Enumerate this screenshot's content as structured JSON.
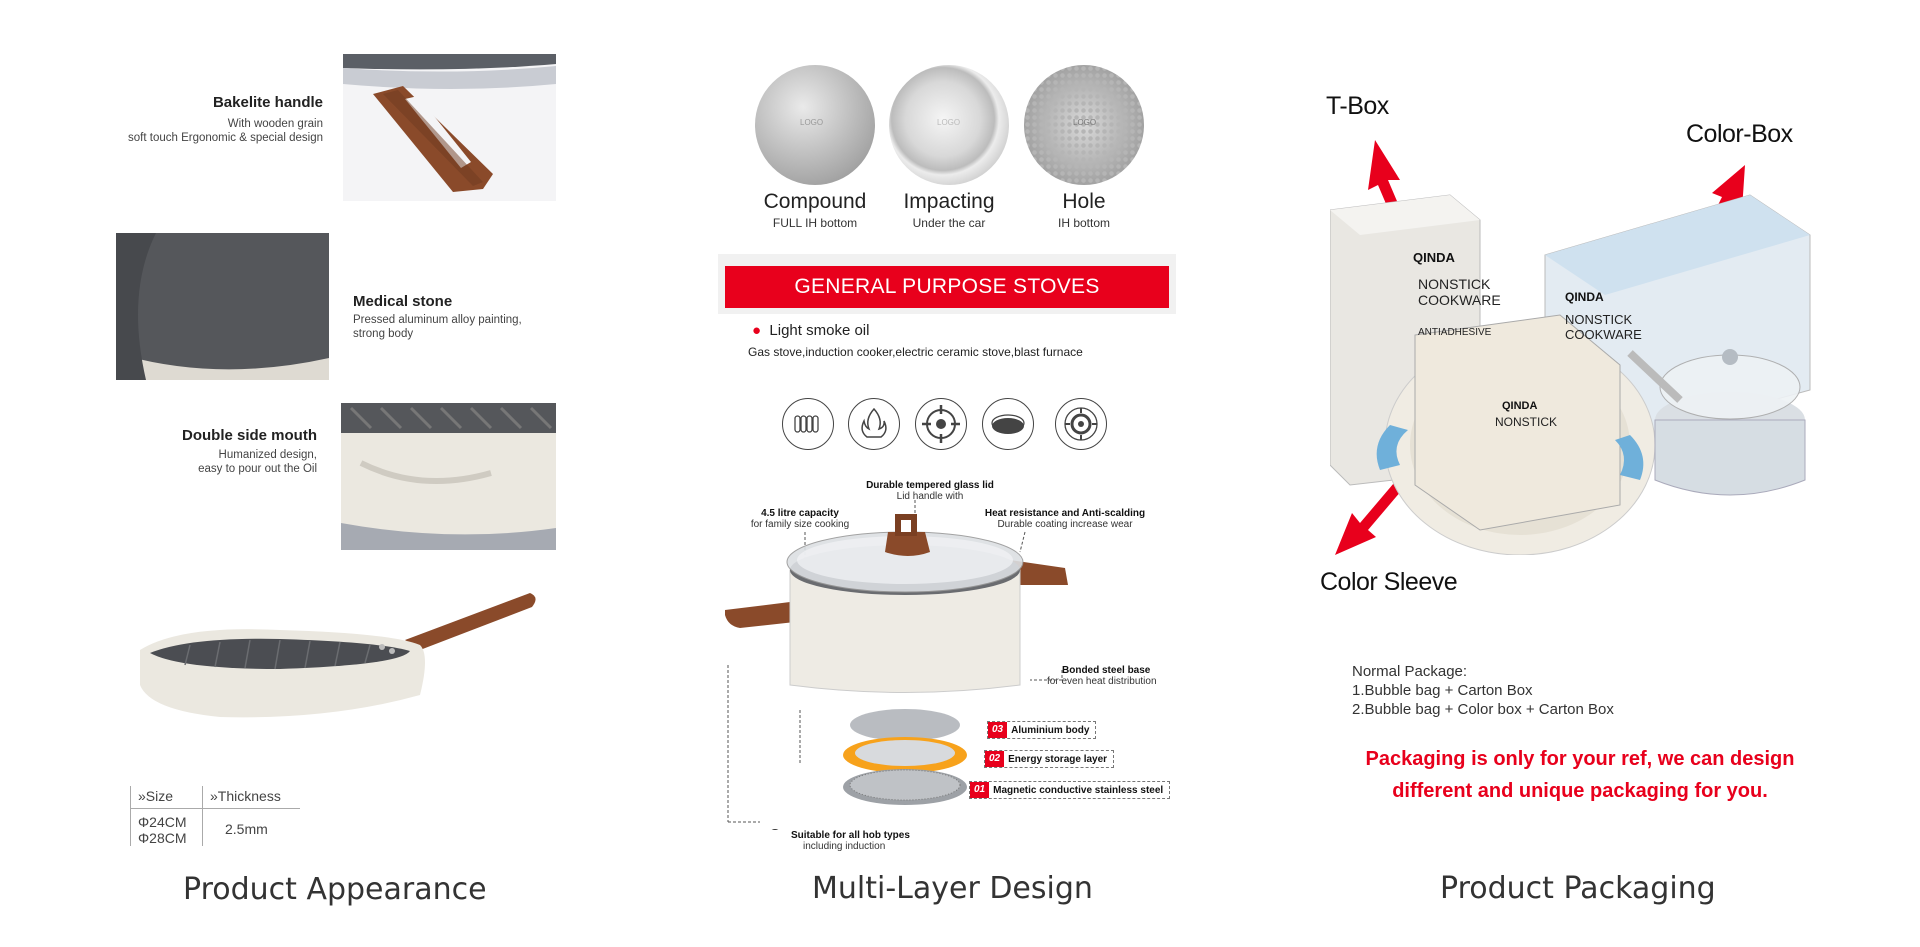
{
  "columns": {
    "appearance": {
      "title": "Product Appearance",
      "features": [
        {
          "title": "Bakelite handle",
          "desc1": "With wooden grain",
          "desc2": "soft touch Ergonomic & special design"
        },
        {
          "title": "Medical stone",
          "desc1": "Pressed aluminum alloy painting,",
          "desc2": "strong body"
        },
        {
          "title": "Double side mouth",
          "desc1": "Humanized design,",
          "desc2": "easy to pour out the Oil"
        }
      ],
      "spec_table": {
        "size_header": "Size",
        "thickness_header": "Thickness",
        "sizes": [
          "Φ24CM",
          "Φ28CM"
        ],
        "thickness": "2.5mm"
      }
    },
    "multilayer": {
      "title": "Multi-Layer Design",
      "discs": [
        {
          "label": "Compound",
          "sub": "FULL IH bottom",
          "logo": "LOGO"
        },
        {
          "label": "Impacting",
          "sub": "Under the car",
          "logo": "LOGO"
        },
        {
          "label": "Hole",
          "sub": "IH bottom",
          "logo": "LOGO"
        }
      ],
      "banner": "GENERAL PURPOSE STOVES",
      "stove_note": "Light smoke oil",
      "stove_types": "Gas stove,induction cooker,electric ceramic stove,blast furnace",
      "stove_icons": [
        "coil-stove-icon",
        "gas-flame-icon",
        "gas-burner-icon",
        "ceramic-stove-icon",
        "induction-icon"
      ],
      "callouts": {
        "lid": {
          "title": "Durable tempered glass lid",
          "desc": "Lid handle with"
        },
        "capacity": {
          "title": "4.5 litre capacity",
          "desc": "for family size cooking"
        },
        "heat": {
          "title": "Heat resistance and Anti-scalding",
          "desc": "Durable coating increase wear"
        },
        "base": {
          "title": "Bonded steel base",
          "desc": "for even heat distribution"
        },
        "hob": {
          "title": "Suitable for all hob types",
          "desc": "including induction"
        }
      },
      "layers": [
        {
          "num": "03",
          "label": "Aluminium body"
        },
        {
          "num": "02",
          "label": "Energy storage layer"
        },
        {
          "num": "01",
          "label": "Magnetic conductive stainless steel"
        }
      ]
    },
    "packaging": {
      "title": "Product Packaging",
      "labels": {
        "tbox": "T-Box",
        "colorbox": "Color-Box",
        "sleeve": "Color Sleeve"
      },
      "box_brand": "QINDA",
      "box_text1": "NONSTICK",
      "box_text2": "COOKWARE",
      "box_text3": "ANTIADHESIVE",
      "normal_title": "Normal Package",
      "normal_colon": ":",
      "normal_items": [
        "1.Bubble bag + Carton Box",
        "2.Bubble bag + Color box + Carton Box"
      ],
      "note_line1": "Packaging is only for your ref, we can design",
      "note_line2": "different and unique packaging for you."
    }
  },
  "colors": {
    "accent_red": "#e8001c",
    "wood": "#8a4a2a",
    "cream": "#ece8df",
    "grey_coating": "#5a5c60"
  }
}
